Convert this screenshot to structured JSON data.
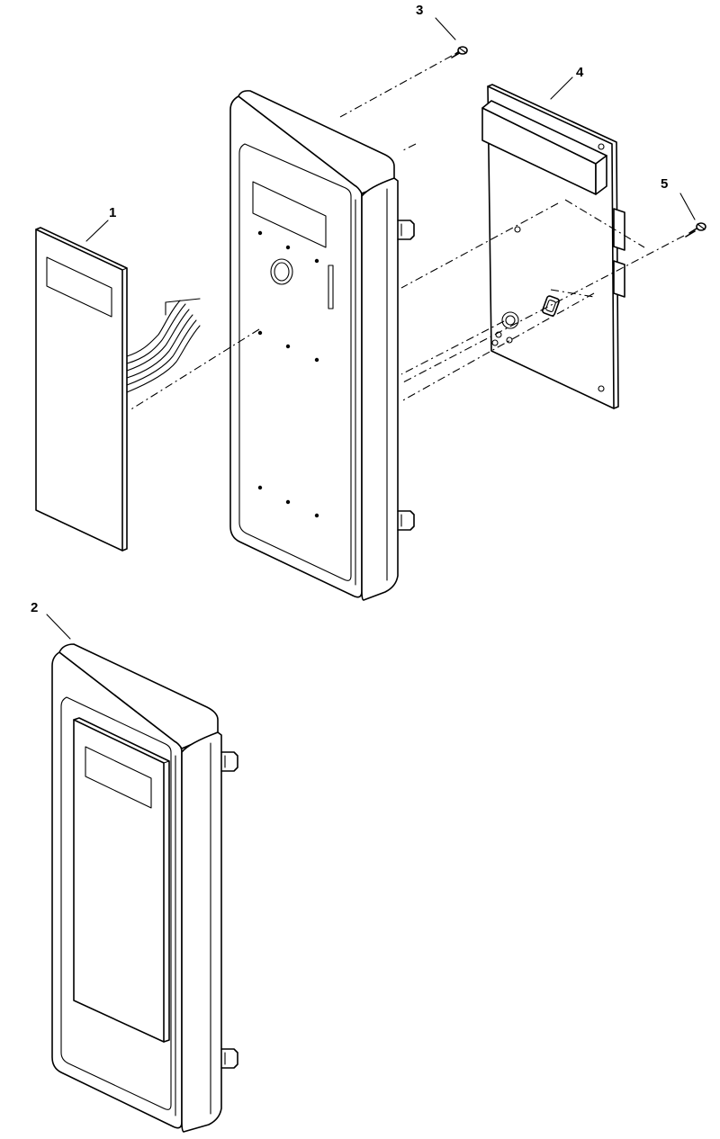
{
  "callouts": {
    "p1": "1",
    "p2": "2",
    "p3": "3",
    "p4": "4",
    "p5": "5"
  },
  "colors": {
    "line": "#000000",
    "background": "#ffffff"
  }
}
